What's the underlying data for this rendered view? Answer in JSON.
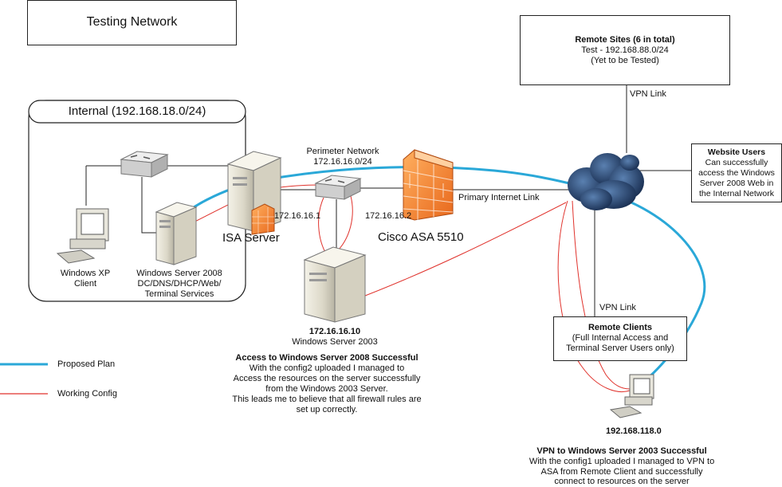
{
  "title": "Testing Network",
  "internal_label": "Internal (192.168.18.0/24)",
  "remote_sites": {
    "title": "Remote Sites (6 in total)",
    "line2": "Test - 192.168.88.0/24",
    "line3": "(Yet to be Tested)"
  },
  "vpn_link_top": "VPN Link",
  "website_users": {
    "title": "Website Users",
    "line2": "Can successfully",
    "line3": "access the Windows",
    "line4": "Server 2008 Web in",
    "line5": "the Internal Network"
  },
  "perimeter": {
    "line1": "Perimeter Network",
    "line2": "172.16.16.0/24"
  },
  "ip_isa": "172.16.16.1",
  "ip_asa": "172.16.16.2",
  "isa_label": "ISA Server",
  "asa_label": "Cisco ASA 5510",
  "primary_link": "Primary Internet Link",
  "xp_client": {
    "line1": "Windows XP",
    "line2": "Client"
  },
  "win2008": {
    "line1": "Windows Server 2008",
    "line2": "DC/DNS/DHCP/Web/",
    "line3": "Terminal Services"
  },
  "win2003": {
    "ip": "172.16.16.10",
    "name": "Windows Server 2003"
  },
  "vpn_link_bottom": "VPN Link",
  "remote_clients": {
    "title": "Remote Clients",
    "line2": "(Full Internal Access and",
    "line3": "Terminal Server Users only)"
  },
  "remote_client_ip": "192.168.118.0",
  "access_note": {
    "title": "Access to Windows Server 2008 Successful",
    "line1": "With the config2 uploaded I managed to",
    "line2": "Access the resources on the server successfully",
    "line3": "from the Windows 2003 Server.",
    "line4": "This leads me to believe that all firewall rules are",
    "line5": "set up correctly."
  },
  "vpn_note": {
    "title": "VPN to Windows Server 2003 Successful",
    "line1": "With the config1 uploaded I managed to VPN to",
    "line2": "ASA from Remote Client and successfully",
    "line3": "connect to resources on the server"
  },
  "legend": {
    "proposed": "Proposed Plan",
    "working": "Working Config"
  },
  "colors": {
    "proposed": "#2aa8d8",
    "working": "#e0322c",
    "line": "#222222"
  }
}
